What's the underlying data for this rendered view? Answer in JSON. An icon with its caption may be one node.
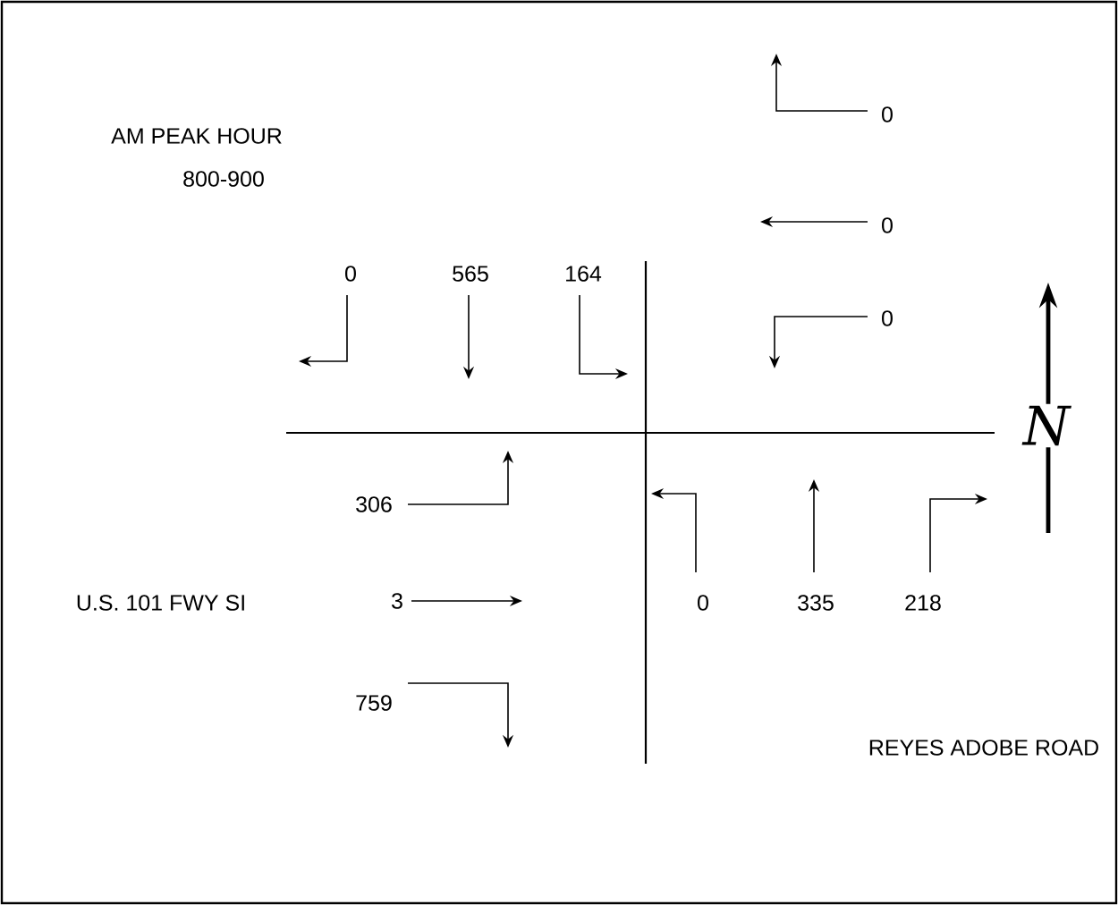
{
  "diagram": {
    "labels": [
      "AM PEAK HOUR",
      "800-900",
      "0",
      "0",
      "565",
      "164",
      "0",
      "0",
      "306",
      "U.S. 101 FWY SI",
      "3",
      "0",
      "335",
      "218",
      "759",
      "REYES ADOBE ROAD",
      "N"
    ]
  }
}
